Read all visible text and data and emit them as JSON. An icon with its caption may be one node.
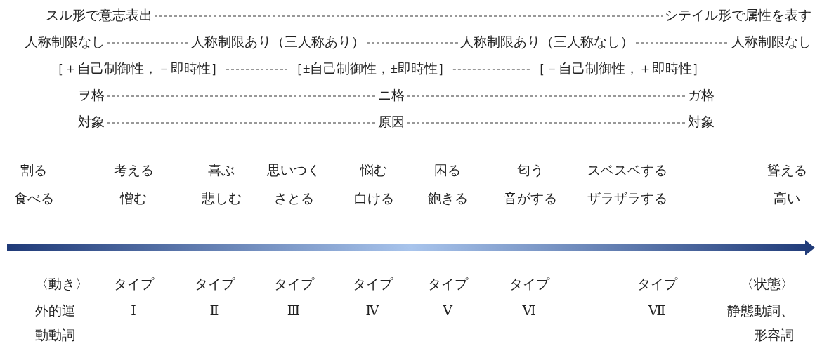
{
  "diagram": {
    "nodes": [
      {
        "text": [
          "スル形で意志表出"
        ]
      },
      {
        "text": [
          "シテイル形で属性を表す"
        ]
      },
      {
        "text": [
          "人称制限なし"
        ]
      },
      {
        "text": [
          "人称制限あり（三人称あり）"
        ]
      },
      {
        "text": [
          "人称制限あり（三人称なし）"
        ]
      },
      {
        "text": [
          "人称制限なし"
        ]
      },
      {
        "text": [
          "［＋自己制御性，－即時性］"
        ]
      },
      {
        "text": [
          "［±自己制御性，±即時性］"
        ]
      },
      {
        "text": [
          "［－自己制御性，＋即時性］"
        ]
      },
      {
        "text": [
          "ヲ格"
        ]
      },
      {
        "text": [
          "ニ格"
        ]
      },
      {
        "text": [
          "ガ格"
        ]
      },
      {
        "text": [
          "対象"
        ]
      },
      {
        "text": [
          "原因"
        ]
      },
      {
        "text": [
          "対象"
        ]
      }
    ],
    "edges": [
      {
        "from": 0,
        "to": 1,
        "arrow": "none",
        "style": "dashed"
      },
      {
        "from": 2,
        "to": 3,
        "arrow": "none",
        "style": "dashed"
      },
      {
        "from": 3,
        "to": 4,
        "arrow": "none",
        "style": "dashed"
      },
      {
        "from": 4,
        "to": 5,
        "arrow": "none",
        "style": "dashed"
      },
      {
        "from": 6,
        "to": 7,
        "arrow": "none",
        "style": "dashed"
      },
      {
        "from": 7,
        "to": 8,
        "arrow": "none",
        "style": "dashed"
      },
      {
        "from": 9,
        "to": 10,
        "arrow": "none",
        "style": "dashed"
      },
      {
        "from": 10,
        "to": 11,
        "arrow": "none",
        "style": "dashed"
      },
      {
        "from": 12,
        "to": 13,
        "arrow": "none",
        "style": "dashed"
      },
      {
        "from": 13,
        "to": 14,
        "arrow": "none",
        "style": "dashed"
      }
    ],
    "labels": [
      "割る",
      "考える",
      "喜ぶ",
      "思いつく",
      "悩む",
      "困る",
      "匂う",
      "スベスベする",
      "聳える",
      "食べる",
      "憎む",
      "悲しむ",
      "さとる",
      "白ける",
      "飽きる",
      "音がする",
      "ザラザラする",
      "高い",
      "〈動き〉",
      "タイプ",
      "タイプ",
      "タイプ",
      "タイプ",
      "タイプ",
      "タイプ",
      "タイプ",
      "〈状態〉",
      "外的運",
      "Ⅰ",
      "Ⅱ",
      "Ⅲ",
      "Ⅳ",
      "Ⅴ",
      "Ⅵ",
      "Ⅶ",
      "静態動詞、",
      "動動詞",
      "形容詞"
    ]
  }
}
